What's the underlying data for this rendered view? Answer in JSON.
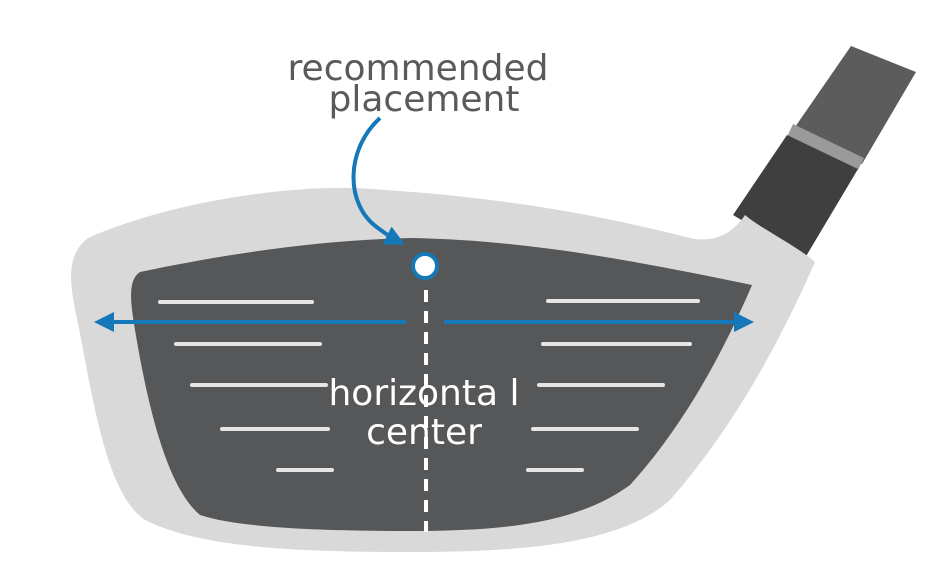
{
  "labels": {
    "recommended_line1": "recommended",
    "recommended_line2": "placement",
    "center_line1": "horizonta l",
    "center_line2": "center"
  },
  "colors": {
    "head_body": "#d9d9d9",
    "face": "#565759",
    "hosel_top": "#5c5c5c",
    "hosel_band": "#9a9a9a",
    "hosel_ferrule": "#3f3f3f",
    "groove": "#e6e6e6",
    "accent": "#1578b8",
    "text_dark": "#5a5a5a",
    "text_light": "#ffffff"
  },
  "icons": {
    "placement_marker": "circle-marker-icon",
    "curved_pointer": "curved-arrow-icon",
    "left_arrow": "arrow-left-icon",
    "right_arrow": "arrow-right-icon"
  }
}
